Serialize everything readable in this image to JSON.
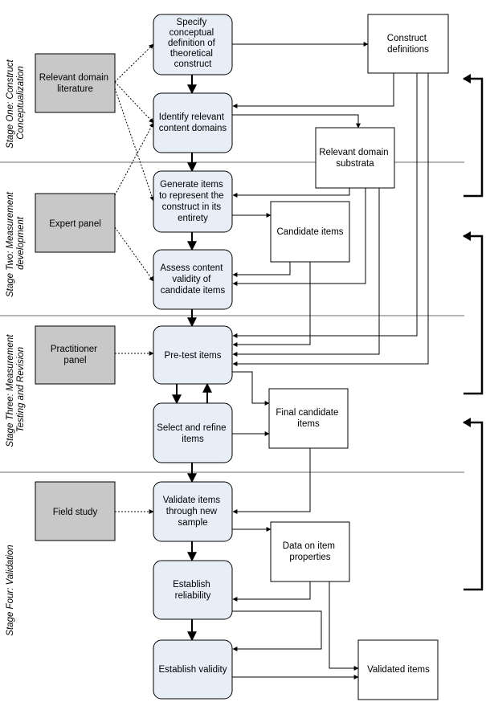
{
  "stages": [
    {
      "lines": [
        "Stage One: Construct",
        "Conceptualization"
      ]
    },
    {
      "lines": [
        "Stage Two: Measurement",
        "development"
      ]
    },
    {
      "lines": [
        "Stage Three: Measurement",
        "Testing and Revision"
      ]
    },
    {
      "lines": [
        "Stage Four: Validation"
      ]
    }
  ],
  "sources": [
    {
      "lines": [
        "Relevant domain",
        "literature"
      ]
    },
    {
      "lines": [
        "Expert panel"
      ]
    },
    {
      "lines": [
        "Practitioner",
        "panel"
      ]
    },
    {
      "lines": [
        "Field study"
      ]
    }
  ],
  "process_steps": [
    {
      "lines": [
        "Specify",
        "conceptual",
        "definition of",
        "theoretical",
        "construct"
      ]
    },
    {
      "lines": [
        "Identify relevant",
        "content domains"
      ]
    },
    {
      "lines": [
        "Generate items",
        "to represent the",
        "construct in its",
        "entirety"
      ]
    },
    {
      "lines": [
        "Assess content",
        "validity of",
        "candidate items"
      ]
    },
    {
      "lines": [
        "Pre-test items"
      ]
    },
    {
      "lines": [
        "Select and refine",
        "items"
      ]
    },
    {
      "lines": [
        "Validate items",
        "through new",
        "sample"
      ]
    },
    {
      "lines": [
        "Establish",
        "reliability"
      ]
    },
    {
      "lines": [
        "Establish validity"
      ]
    }
  ],
  "outputs": [
    {
      "lines": [
        "Construct",
        "definitions"
      ]
    },
    {
      "lines": [
        "Relevant domain",
        "substrata"
      ]
    },
    {
      "lines": [
        "Candidate items"
      ]
    },
    {
      "lines": [
        "Final candidate",
        "items"
      ]
    },
    {
      "lines": [
        "Data on item",
        "properties"
      ]
    },
    {
      "lines": [
        "Validated items"
      ]
    }
  ],
  "colors": {
    "process_fill": "#e8eef8",
    "source_fill": "#c8c8c8",
    "output_fill": "#ffffff",
    "line": "#000000",
    "divider": "#6e6e6e"
  }
}
